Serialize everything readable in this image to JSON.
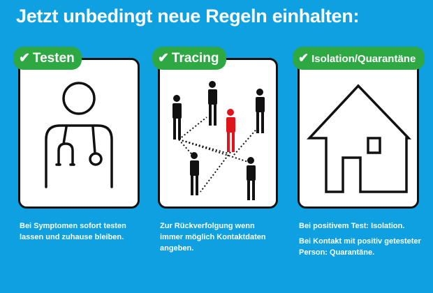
{
  "title": "Jetzt unbedingt neue Regeln einhalten:",
  "colors": {
    "background": "#0ea0e1",
    "pill": "#2ea843",
    "highlight": "#e0141b"
  },
  "panels": [
    {
      "label": "Testen",
      "icon": "doctor-stethoscope-icon",
      "text": [
        "Bei Symptomen sofort testen lassen und zuhause bleiben."
      ]
    },
    {
      "label": "Tracing",
      "icon": "contact-network-icon",
      "text": [
        "Zur Rückverfolgung wenn immer möglich Kontaktdaten angeben."
      ]
    },
    {
      "label": "Isolation/Quarantäne",
      "icon": "house-icon",
      "text": [
        "Bei positivem Test: Isolation.",
        "Bei Kontakt mit positiv getesteter Person: Quarantäne."
      ]
    }
  ]
}
